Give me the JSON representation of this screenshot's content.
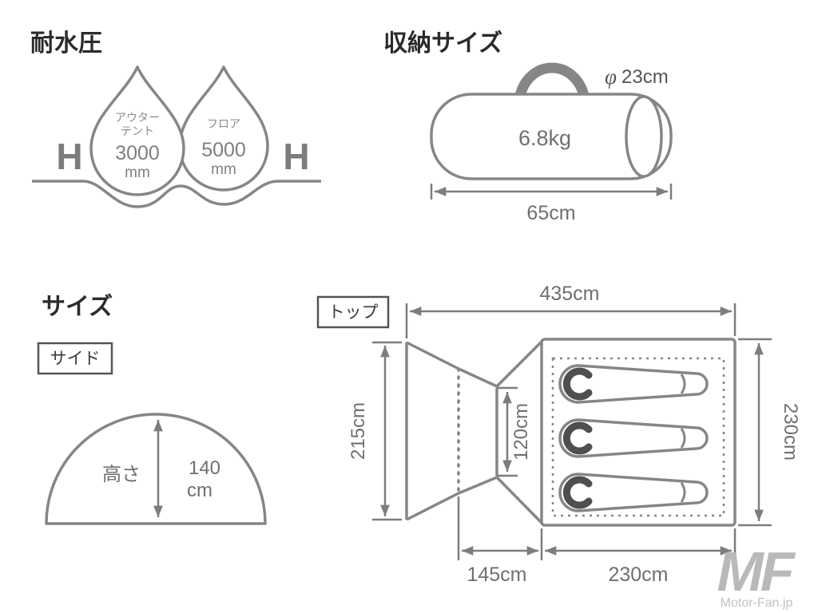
{
  "colors": {
    "background": "#ffffff",
    "line": "#868686",
    "dimension_line": "#7d7d7d",
    "heading_text": "#2b2b2b",
    "label_text": "#6f6f6f",
    "muted_text": "#8b8b8b",
    "hood_dark": "#4f4f4f",
    "watermark": "#b9b9b9"
  },
  "water_resistance": {
    "title": "耐水圧",
    "left_marker": "H",
    "right_marker": "H",
    "outer_tent": {
      "name_line1": "アウター",
      "name_line2": "テント",
      "value": "3000",
      "unit": "mm"
    },
    "floor": {
      "name": "フロア",
      "value": "5000",
      "unit": "mm"
    }
  },
  "storage": {
    "title": "収納サイズ",
    "weight": "6.8kg",
    "diameter_symbol": "φ",
    "diameter_value": "23cm",
    "length": "65cm"
  },
  "size": {
    "title": "サイズ",
    "side_view": {
      "tag": "サイド",
      "height_label": "高さ",
      "height_value": "140",
      "height_unit": "cm"
    },
    "top_view": {
      "tag": "トップ",
      "total_width": "435cm",
      "front_width": "215cm",
      "door_width": "120cm",
      "vestibule_depth": "145cm",
      "inner_depth": "230cm",
      "inner_width": "230cm"
    }
  },
  "watermark": {
    "logo": "MF",
    "site": "Motor-Fan.jp"
  }
}
